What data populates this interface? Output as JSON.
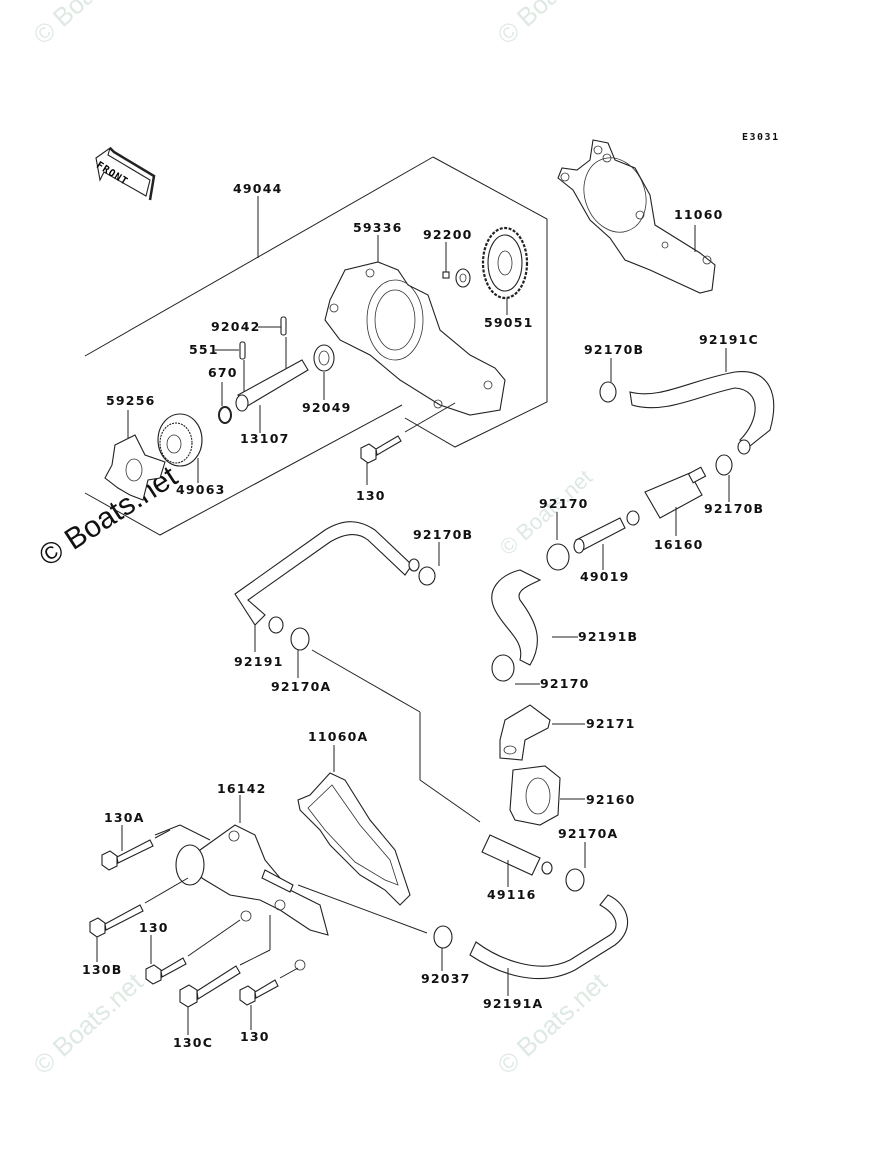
{
  "diagram": {
    "code": "E3031",
    "front_indicator": "FRONT",
    "watermark": "© Boats.net",
    "colors": {
      "line": "#222222",
      "watermark": "#dfe9e3",
      "background": "#ffffff"
    }
  },
  "parts": [
    {
      "id": "49044",
      "name": "water-pump-assembly"
    },
    {
      "id": "59336",
      "name": "pump-housing"
    },
    {
      "id": "92200",
      "name": "washer"
    },
    {
      "id": "59051",
      "name": "impeller-gear"
    },
    {
      "id": "11060",
      "name": "gasket"
    },
    {
      "id": "92042",
      "name": "pin"
    },
    {
      "id": "551",
      "name": "pin"
    },
    {
      "id": "670",
      "name": "o-ring"
    },
    {
      "id": "59256",
      "name": "impeller"
    },
    {
      "id": "49063",
      "name": "mechanical-seal"
    },
    {
      "id": "13107",
      "name": "pump-shaft"
    },
    {
      "id": "92049",
      "name": "oil-seal"
    },
    {
      "id": "130",
      "name": "bolt"
    },
    {
      "id": "92170B",
      "name": "clamp"
    },
    {
      "id": "92191C",
      "name": "hose"
    },
    {
      "id": "92170",
      "name": "clamp"
    },
    {
      "id": "49019",
      "name": "pipe"
    },
    {
      "id": "16160",
      "name": "filter"
    },
    {
      "id": "92191",
      "name": "hose"
    },
    {
      "id": "92170A",
      "name": "clamp"
    },
    {
      "id": "92191B",
      "name": "hose"
    },
    {
      "id": "92171",
      "name": "clamp-bracket"
    },
    {
      "id": "92160",
      "name": "damper"
    },
    {
      "id": "49116",
      "name": "pipe"
    },
    {
      "id": "11060A",
      "name": "gasket"
    },
    {
      "id": "16142",
      "name": "pump-cover"
    },
    {
      "id": "130A",
      "name": "bolt"
    },
    {
      "id": "130B",
      "name": "bolt"
    },
    {
      "id": "130C",
      "name": "bolt"
    },
    {
      "id": "92037",
      "name": "clamp"
    },
    {
      "id": "92191A",
      "name": "hose"
    }
  ],
  "labels": {
    "l49044": "49044",
    "l59336": "59336",
    "l92200": "92200",
    "l59051": "59051",
    "l11060": "11060",
    "l92042": "92042",
    "l551": "551",
    "l670": "670",
    "l59256": "59256",
    "l49063": "49063",
    "l13107": "13107",
    "l92049": "92049",
    "l130_top": "130",
    "l92170B_a": "92170B",
    "l92191C": "92191C",
    "l92170B_b": "92170B",
    "l92170_a": "92170",
    "l49019": "49019",
    "l16160": "16160",
    "l92170B_c": "92170B",
    "l92191": "92191",
    "l92170A_a": "92170A",
    "l92191B": "92191B",
    "l92170_b": "92170",
    "l92171": "92171",
    "l92160": "92160",
    "l11060A": "11060A",
    "l16142": "16142",
    "l130A": "130A",
    "l92170A_b": "92170A",
    "l49116": "49116",
    "l130_mid": "130",
    "l130B": "130B",
    "l92037": "92037",
    "l92191A": "92191A",
    "l130C": "130C",
    "l130_bot": "130"
  }
}
